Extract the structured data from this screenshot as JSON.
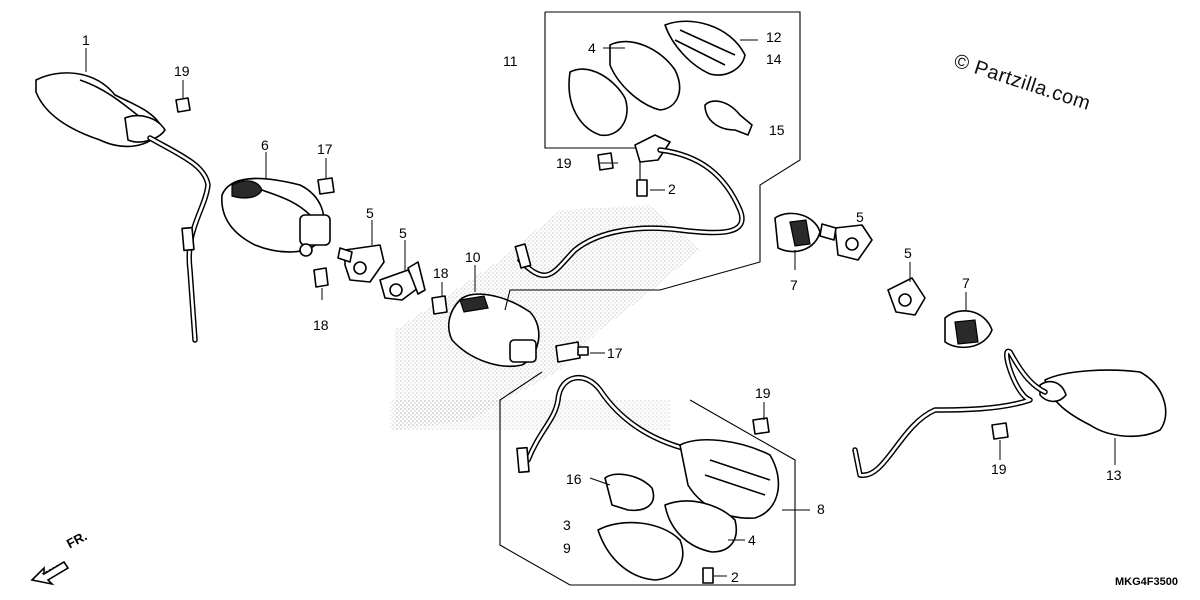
{
  "diagram": {
    "copyright": "© Partzilla.com",
    "drawing_code": "MKG4F3500",
    "direction_label": "FR.",
    "callouts": {
      "c1": "1",
      "c19a": "19",
      "c6": "6",
      "c17a": "17",
      "c18a": "18",
      "c5a": "5",
      "c5b": "5",
      "c18b": "18",
      "c10": "10",
      "c11": "11",
      "c4a": "4",
      "c12": "12",
      "c14": "14",
      "c15": "15",
      "c19b": "19",
      "c2a": "2",
      "c5c": "5",
      "c7a": "7",
      "c5d": "5",
      "c7b": "7",
      "c17b": "17",
      "c19c": "19",
      "c19d": "19",
      "c13": "13",
      "c16": "16",
      "c8": "8",
      "c3": "3",
      "c9": "9",
      "c4b": "4",
      "c2b": "2"
    }
  }
}
